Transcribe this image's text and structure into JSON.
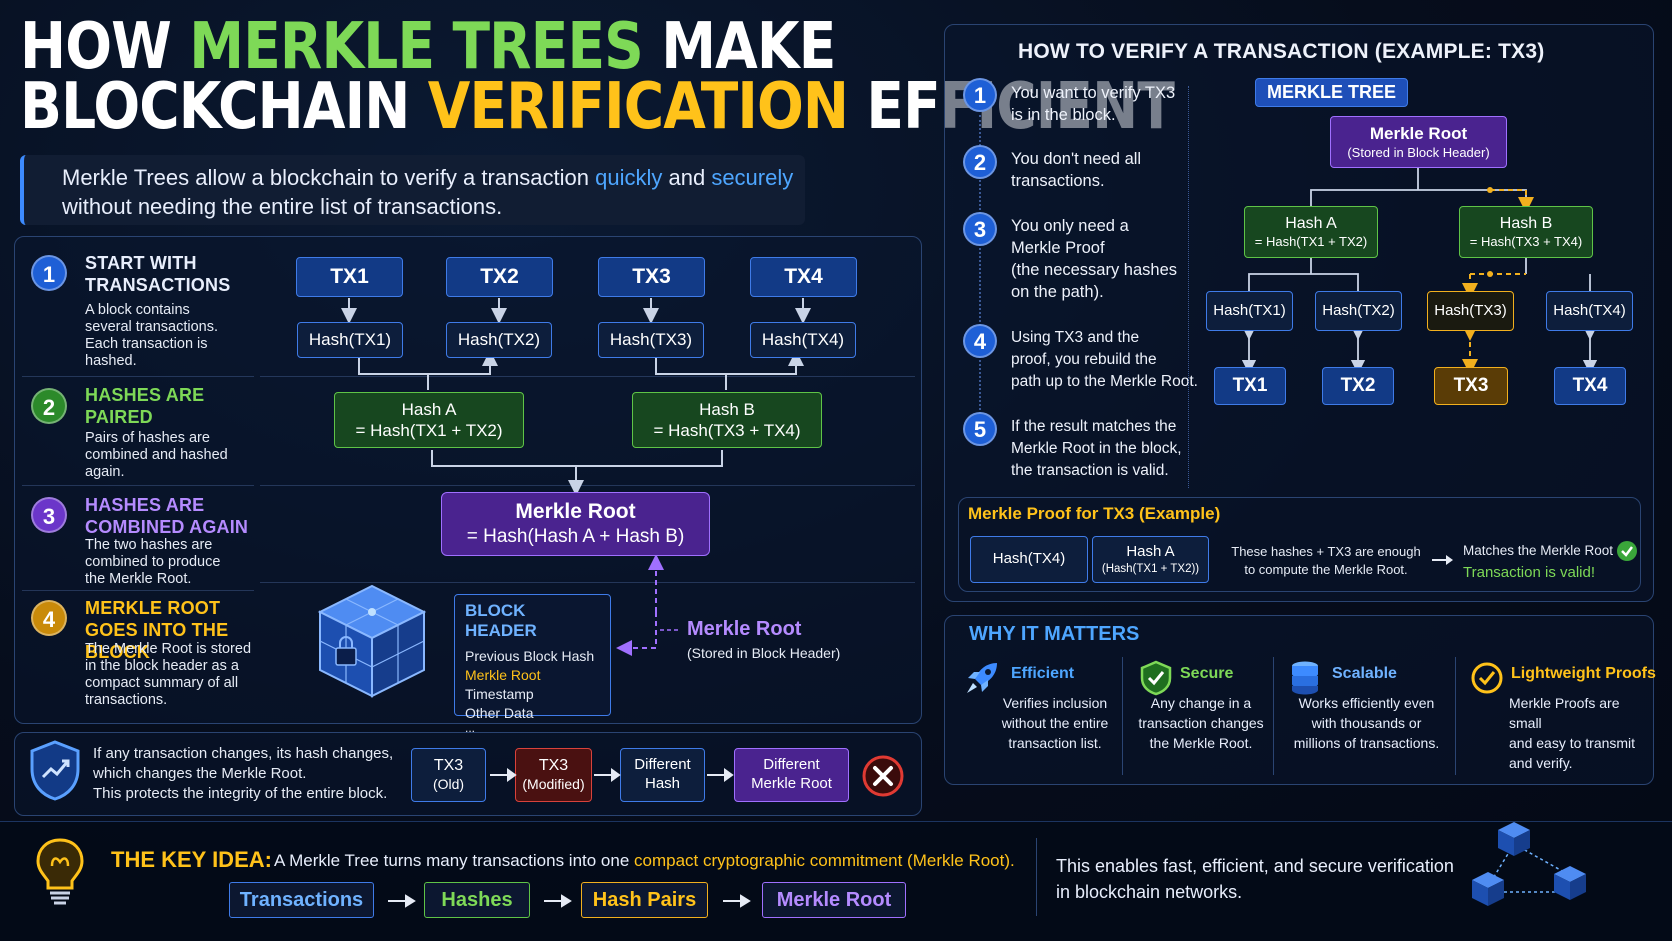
{
  "title": {
    "line1": {
      "a": "HOW ",
      "b": "MERKLE TREES",
      "c": " MAKE"
    },
    "line2": {
      "a": "BLOCKCHAIN ",
      "b": "VERIFICATION",
      "c": " EFFICIENT"
    }
  },
  "intro": {
    "p1": "Merkle Trees allow a blockchain to verify a transaction ",
    "quickly": "quickly",
    "and": " and ",
    "securely": "securely",
    "p2": "without needing the entire list of transactions."
  },
  "steps": [
    {
      "num": "1",
      "title": "START WITH TRANSACTIONS",
      "desc": "A block contains several transactions. Each transaction is hashed."
    },
    {
      "num": "2",
      "title": "HASHES ARE PAIRED",
      "desc": "Pairs of hashes are combined and hashed again."
    },
    {
      "num": "3",
      "title": "HASHES ARE COMBINED AGAIN",
      "desc": "The two hashes are combined to produce the Merkle Root."
    },
    {
      "num": "4",
      "title": "MERKLE ROOT GOES INTO THE BLOCK",
      "desc": "The Merkle Root is stored in the block header as a compact summary of all transactions."
    }
  ],
  "diagram": {
    "tx": [
      "TX1",
      "TX2",
      "TX3",
      "TX4"
    ],
    "hashes": [
      "Hash(TX1)",
      "Hash(TX2)",
      "Hash(TX3)",
      "Hash(TX4)"
    ],
    "hash_a": {
      "title": "Hash A",
      "formula": "= Hash(TX1 + TX2)"
    },
    "hash_b": {
      "title": "Hash B",
      "formula": "= Hash(TX3 + TX4)"
    },
    "root": {
      "title": "Merkle Root",
      "formula": "= Hash(Hash A + Hash B)"
    },
    "block_header": {
      "title": "BLOCK HEADER",
      "items": [
        "Previous Block Hash",
        "Merkle Root",
        "Timestamp",
        "Other Data",
        "..."
      ]
    },
    "root_label": {
      "title": "Merkle Root",
      "sub": "(Stored in Block Header)"
    }
  },
  "integrity": {
    "text1": "If any transaction changes, its hash changes,",
    "text2": "which changes the Merkle Root.",
    "text3": "This protects the integrity of the entire block.",
    "chain": [
      {
        "l1": "TX3",
        "l2": "(Old)"
      },
      {
        "l1": "TX3",
        "l2": "(Modified)"
      },
      {
        "l1": "Different",
        "l2": "Hash"
      },
      {
        "l1": "Different",
        "l2": "Merkle Root"
      }
    ]
  },
  "verify": {
    "title": "HOW TO VERIFY A TRANSACTION (EXAMPLE: TX3)",
    "steps": [
      {
        "num": "1",
        "lines": [
          "You want to verify TX3",
          "is in the block."
        ]
      },
      {
        "num": "2",
        "lines": [
          "You don't need all",
          "transactions."
        ]
      },
      {
        "num": "3",
        "lines": [
          "You only need a",
          "Merkle Proof",
          "(the necessary hashes",
          "on the path)."
        ]
      },
      {
        "num": "4",
        "lines": [
          "Using TX3 and the",
          "proof, you rebuild the",
          "path up to the Merkle Root."
        ]
      },
      {
        "num": "5",
        "lines": [
          "If the result matches the",
          "Merkle Root in the block,",
          "the transaction is valid."
        ]
      }
    ],
    "tree_label": "MERKLE TREE",
    "tree_root": {
      "title": "Merkle Root",
      "sub": "(Stored in Block Header)"
    },
    "tree_hash_a": {
      "title": "Hash A",
      "sub": "= Hash(TX1 + TX2)"
    },
    "tree_hash_b": {
      "title": "Hash B",
      "sub": "= Hash(TX3 + TX4)"
    },
    "tree_hashes": [
      "Hash(TX1)",
      "Hash(TX2)",
      "Hash(TX3)",
      "Hash(TX4)"
    ],
    "tree_tx": [
      "TX1",
      "TX2",
      "TX3",
      "TX4"
    ]
  },
  "proof": {
    "title": "Merkle Proof for TX3 (Example)",
    "box1": "Hash(TX4)",
    "box2_title": "Hash A",
    "box2_sub": "(Hash(TX1 + TX2))",
    "note1": "These hashes + TX3 are enough",
    "note2": "to compute the Merkle Root.",
    "match": "Matches the Merkle Root",
    "valid": "Transaction is valid!"
  },
  "why": {
    "title": "WHY IT MATTERS",
    "items": [
      {
        "title": "Efficient",
        "lines": [
          "Verifies inclusion",
          "without the entire",
          "transaction list."
        ],
        "icon": "rocket-icon"
      },
      {
        "title": "Secure",
        "lines": [
          "Any change in a",
          "transaction changes",
          "the Merkle Root."
        ],
        "icon": "shield-check-icon"
      },
      {
        "title": "Scalable",
        "lines": [
          "Works efficiently even",
          "with thousands or",
          "millions of transactions."
        ],
        "icon": "database-icon"
      },
      {
        "title": "Lightweight Proofs",
        "lines": [
          "Merkle Proofs are small",
          "and easy to transmit",
          "and verify."
        ],
        "icon": "check-circle-icon"
      }
    ]
  },
  "key_idea": {
    "label": "THE KEY IDEA:",
    "text1": "A Merkle Tree turns many transactions into one ",
    "highlight": "compact cryptographic commitment (Merkle Root).",
    "flow": [
      "Transactions",
      "Hashes",
      "Hash Pairs",
      "Merkle Root"
    ],
    "right1": "This enables fast, efficient, and secure verification",
    "right2": "in blockchain networks."
  },
  "colors": {
    "green": "#7ed957",
    "yellow": "#ffc21a",
    "blue": "#4ea6ff",
    "purple": "#a070ff",
    "orange": "#f2b01e",
    "red": "#d9423b"
  }
}
